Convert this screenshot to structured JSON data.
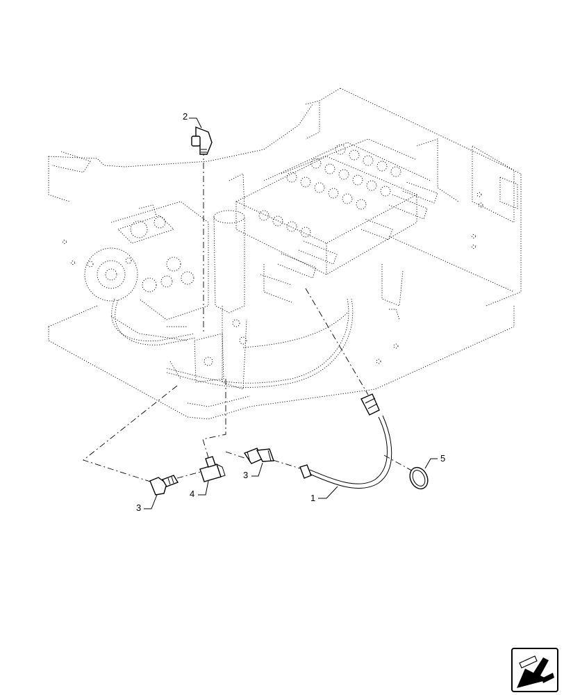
{
  "diagram": {
    "callouts": {
      "c1": "1",
      "c2": "2",
      "c3a": "3",
      "c3b": "3",
      "c4": "4",
      "c5": "5"
    },
    "nav_icon": "next-page-arrow-icon"
  }
}
